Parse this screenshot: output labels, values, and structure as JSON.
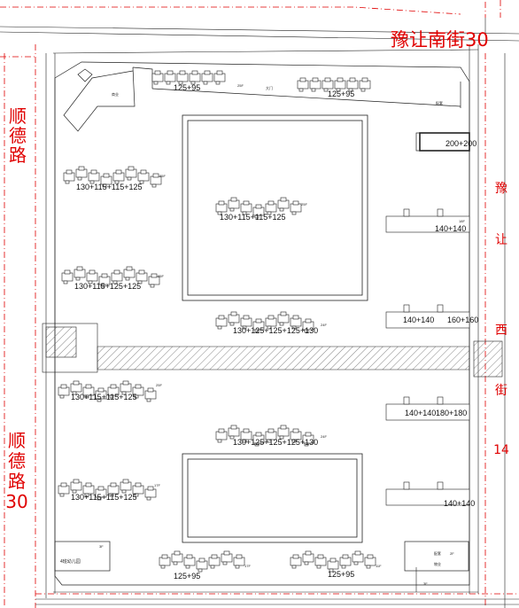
{
  "roads": {
    "north": "豫让南街30",
    "west_upper": [
      "顺",
      "德",
      "路"
    ],
    "west_lower": [
      "顺",
      "德",
      "路",
      "30"
    ],
    "east": [
      "豫",
      "让",
      "西",
      "街",
      "14"
    ]
  },
  "buildings": {
    "n1": "125+95",
    "n2": "125+95",
    "ne_small": "200+200",
    "w1": "130+115+115+125",
    "w2": "130+115+125+125",
    "center": "130+115+115+125",
    "e1": "140+140",
    "e2a": "140+140",
    "e2b": "160+160",
    "mid": "130+125+125+125+130",
    "e3a": "140+140",
    "e3b": "180+180",
    "w3": "130+115+115+125",
    "mid2": "130+125+125+125+130",
    "w4": "130+115+115+125",
    "e4": "140+140",
    "s1": "125+95",
    "s2": "125+95"
  },
  "small_text": {
    "kindergarten": "4班幼儿园",
    "kg_floors": "3F",
    "gate": "大门",
    "ne_facility": "配套",
    "se_facility_1": "配套",
    "se_facility_2": "物业",
    "se_facility_3": "2F",
    "se_floor": "3F",
    "nw_facility": "商业",
    "floors_25": "25F",
    "floors_18": "18F",
    "floors_17": "17F",
    "floors_24": "24F",
    "floors_11": "11F"
  },
  "colors": {
    "road_text": "#e00000",
    "redline": "#e00000",
    "hatch": "#666666",
    "line": "#222222"
  }
}
